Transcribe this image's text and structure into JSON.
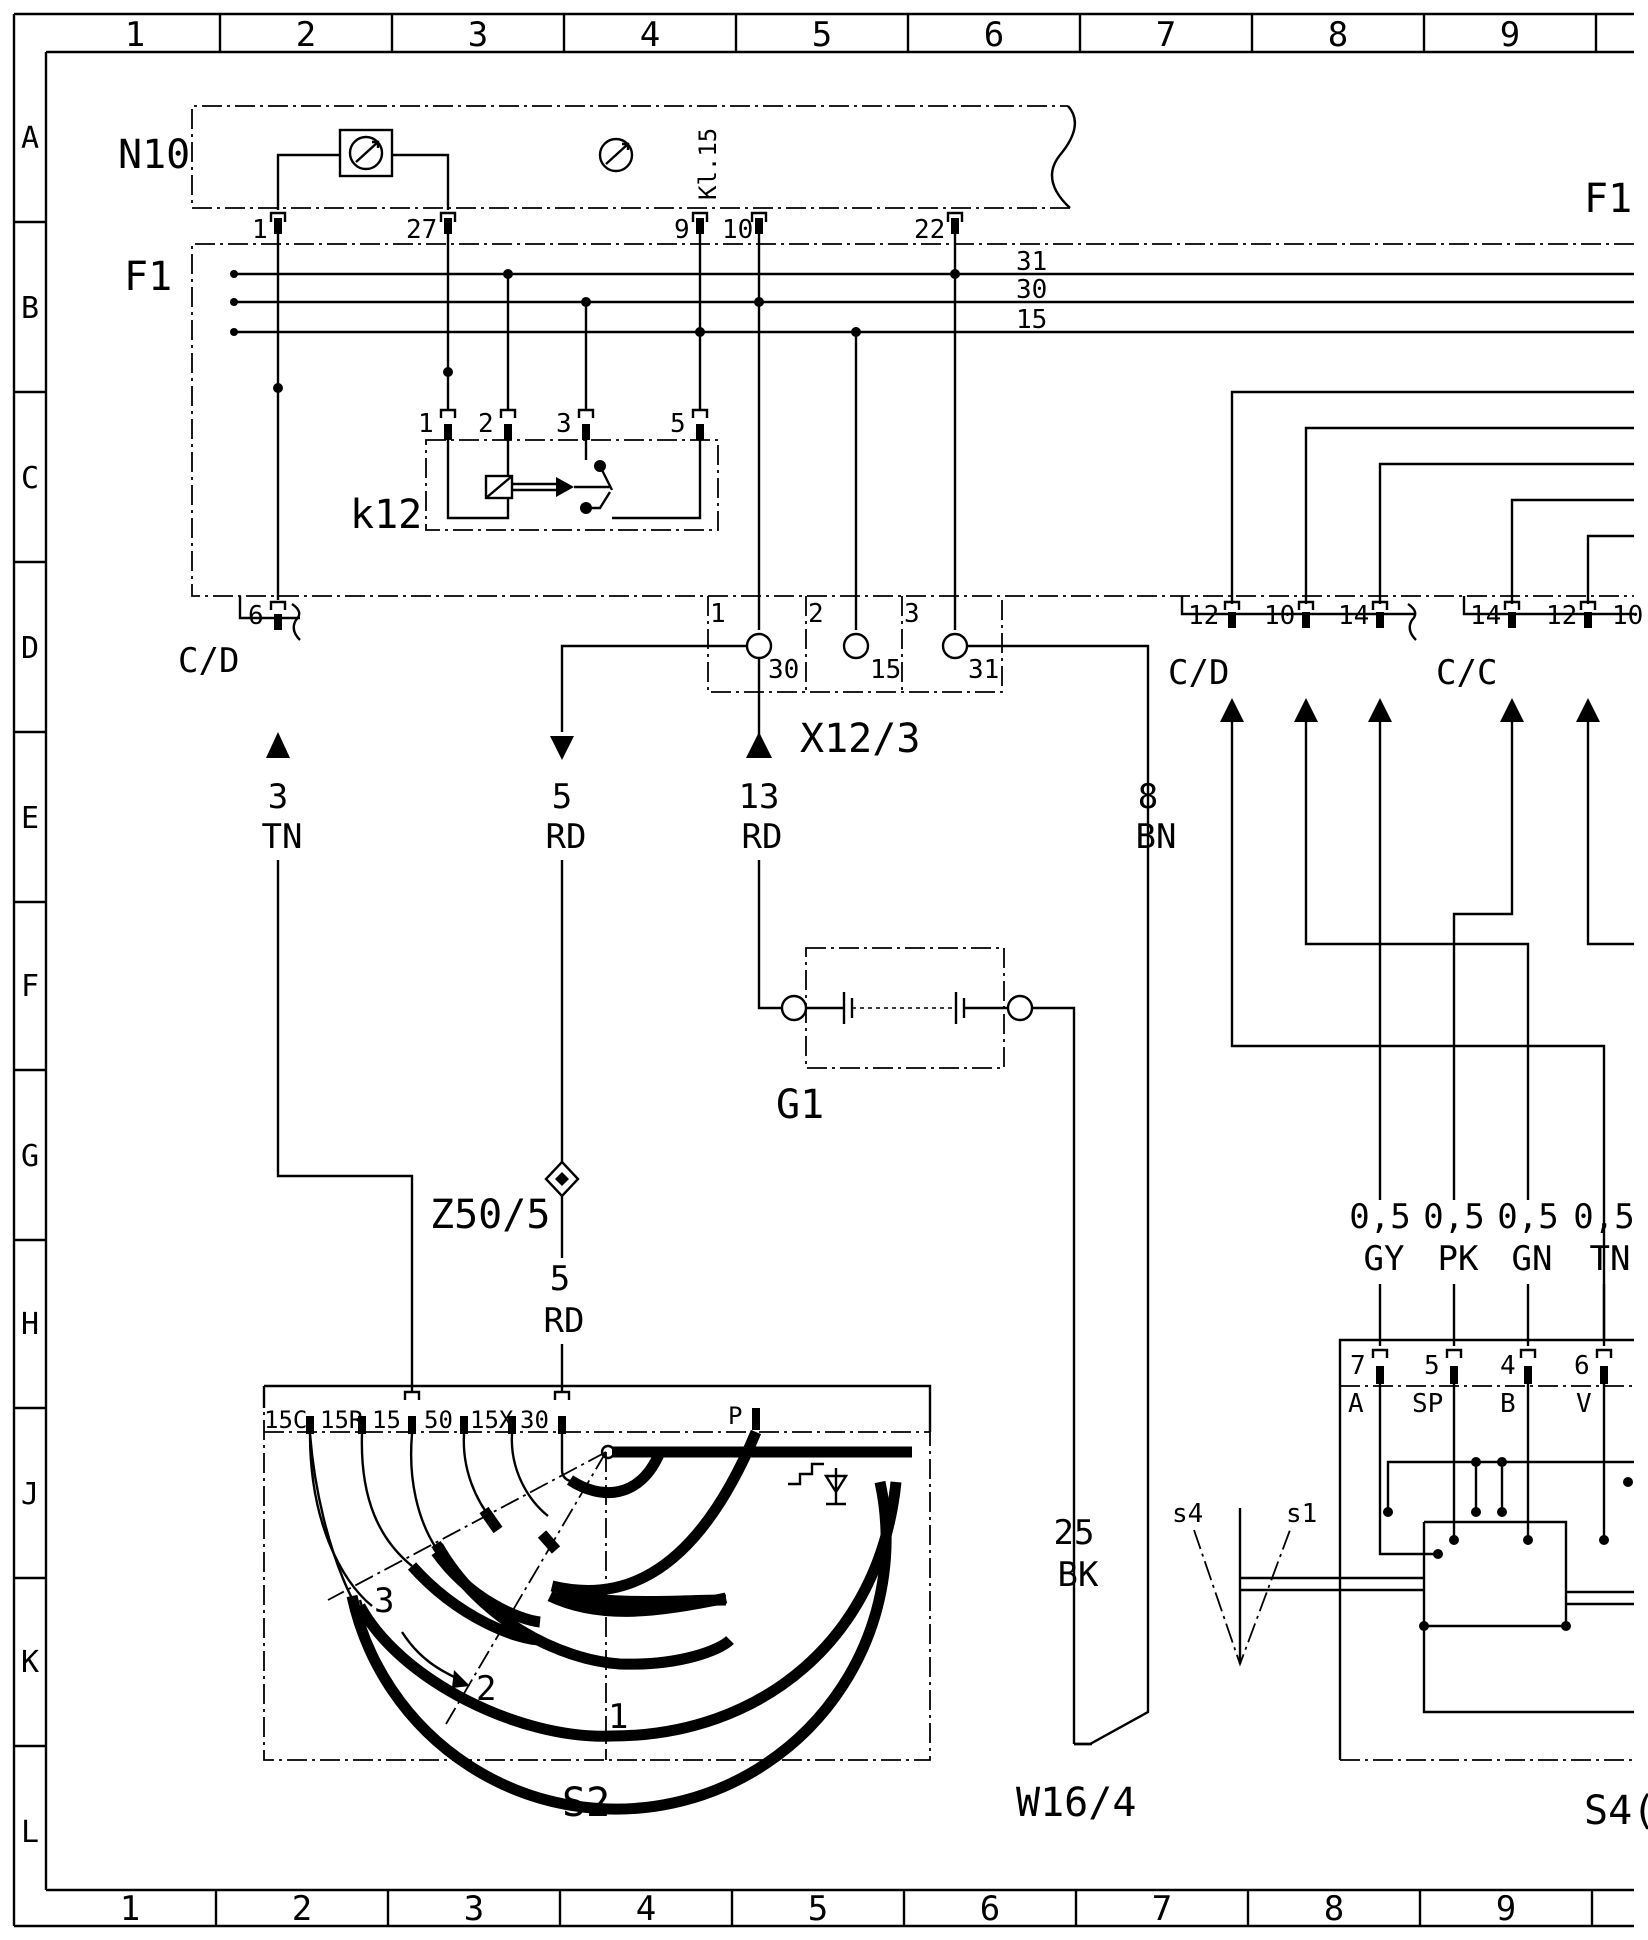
{
  "grid": {
    "columns": [
      "1",
      "2",
      "3",
      "4",
      "5",
      "6",
      "7",
      "8",
      "9"
    ],
    "rows": [
      "A",
      "B",
      "C",
      "D",
      "E",
      "F",
      "G",
      "H",
      "J",
      "K",
      "L"
    ]
  },
  "components": {
    "N10": "N10",
    "F1_left": "F1",
    "F1_right": "F1",
    "k12": "k12",
    "X12_3": "X12/3",
    "G1": "G1",
    "Z50_5": "Z50/5",
    "S2": "S2",
    "W16_4": "W16/4",
    "S40": "S4("
  },
  "n10_pins": {
    "p1": "1",
    "p27": "27",
    "p9": "9",
    "p10": "10",
    "p22": "22",
    "kl15": "Kl.15"
  },
  "bus_labels": {
    "b31": "31",
    "b30": "30",
    "b15": "15"
  },
  "k12_pins": {
    "p1": "1",
    "p2": "2",
    "p3": "3",
    "p5": "5"
  },
  "connectors": {
    "cd_left": {
      "name": "C/D",
      "pin": "6"
    },
    "cd_right": {
      "name": "C/D",
      "pins": [
        "12",
        "10",
        "14"
      ]
    },
    "cc_right": {
      "name": "C/C",
      "pins": [
        "14",
        "12",
        "10"
      ]
    }
  },
  "x12_pins": {
    "n1": "1",
    "n2": "2",
    "n3": "3",
    "t30": "30",
    "t15": "15",
    "t31": "31"
  },
  "wires": {
    "w_3tn": {
      "size": "3",
      "color": "TN"
    },
    "w_5rd": {
      "size": "5",
      "color": "RD"
    },
    "w_13rd": {
      "size": "13",
      "color": "RD"
    },
    "w_8bn": {
      "size": "8",
      "color": "BN"
    },
    "w_5rd_b": {
      "size": "5",
      "color": "RD"
    },
    "w_25bk": {
      "size": "25",
      "color": "BK"
    },
    "w_gy": {
      "size": "0,5",
      "color": "GY"
    },
    "w_pk": {
      "size": "0,5",
      "color": "PK"
    },
    "w_gn": {
      "size": "0,5",
      "color": "GN"
    },
    "w_tn": {
      "size": "0,5",
      "color": "TN"
    }
  },
  "s2_pins": [
    "15C",
    "15R",
    "15",
    "50",
    "15X",
    "30",
    "P"
  ],
  "s2_positions": {
    "p1": "1",
    "p2": "2",
    "p3": "3"
  },
  "s40_pins": {
    "p7": "7",
    "p5": "5",
    "p4": "4",
    "p6": "6",
    "a": "A",
    "sp": "SP",
    "b": "B",
    "v": "V"
  },
  "switch_labels": {
    "s4": "s4",
    "s1": "s1"
  }
}
